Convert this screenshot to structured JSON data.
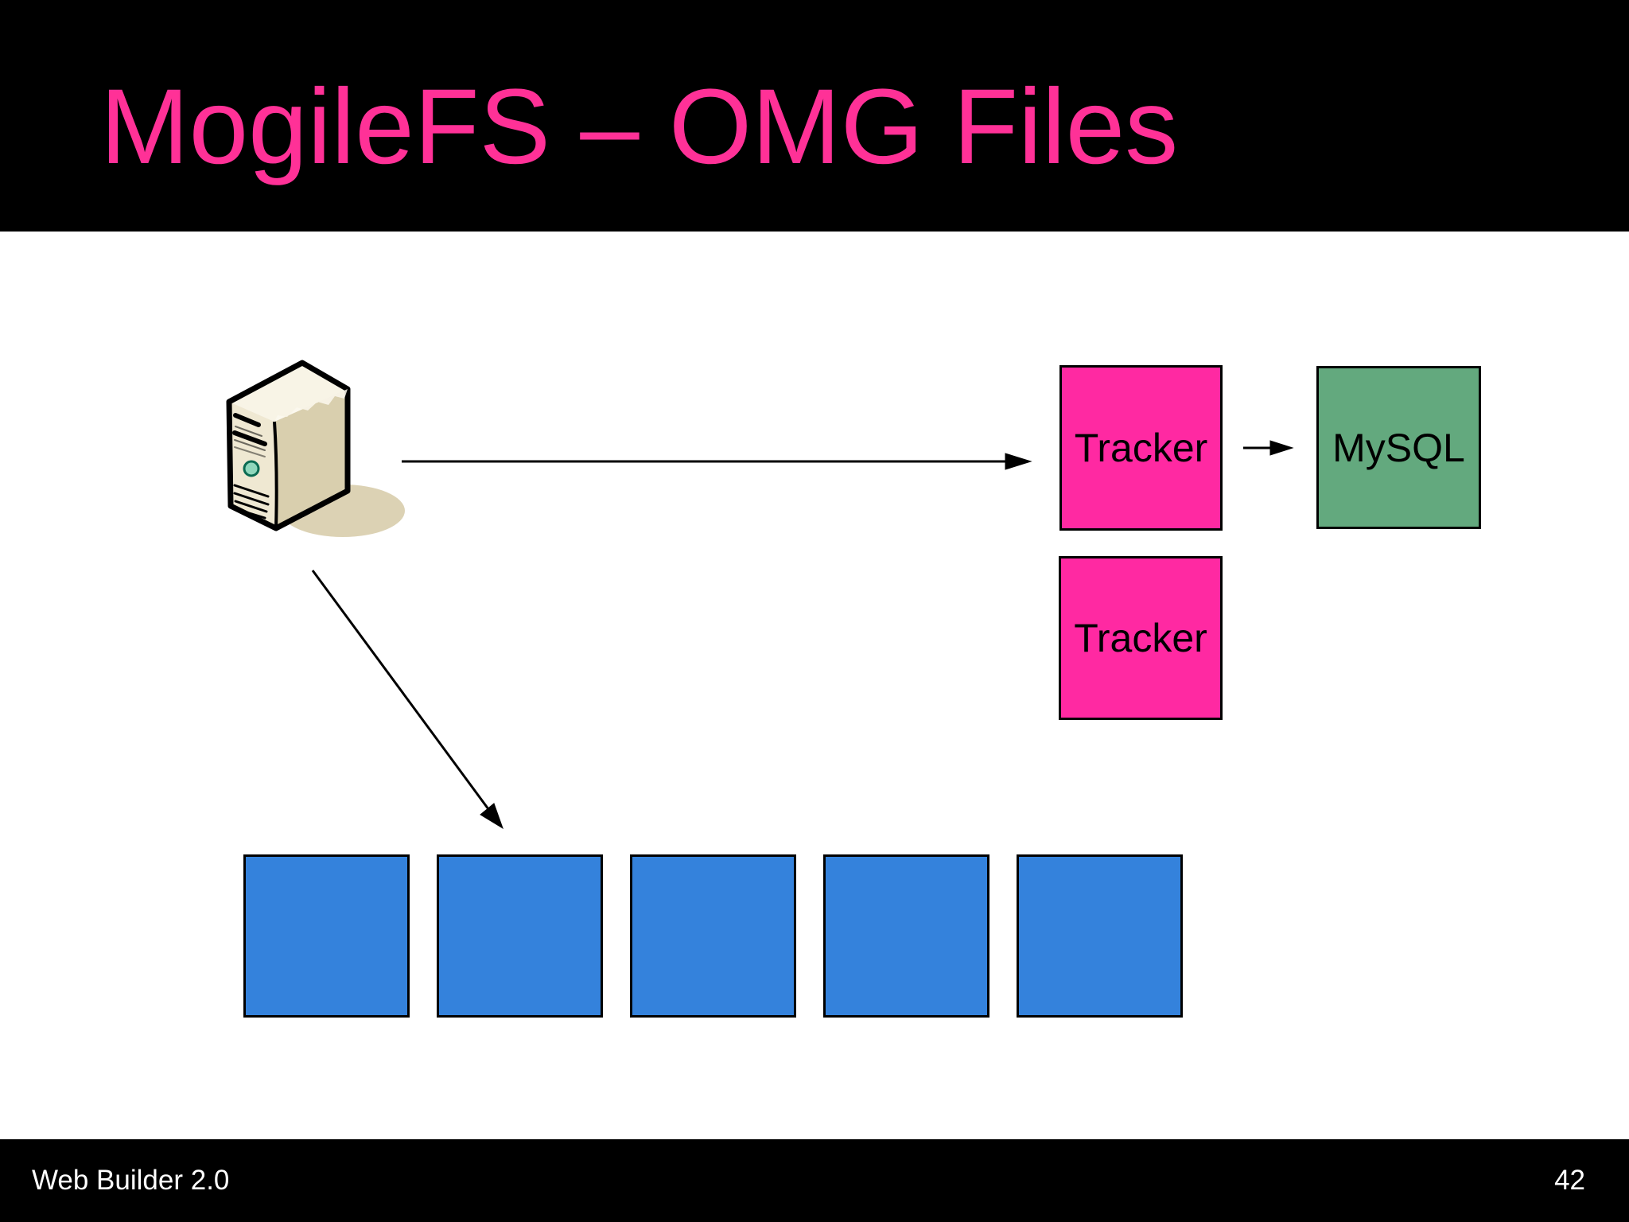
{
  "slide": {
    "title": "MogileFS – OMG Files",
    "footer_left": "Web Builder 2.0",
    "page_number": "42"
  },
  "diagram": {
    "client_icon": "server-tower-icon",
    "trackers": [
      "Tracker",
      "Tracker"
    ],
    "mysql_label": "MySQL",
    "storage_node_count": 5,
    "arrows": [
      {
        "name": "arrow-client-to-tracker1",
        "from": "server-tower",
        "to": "tracker-1"
      },
      {
        "name": "arrow-tracker1-to-mysql",
        "from": "tracker-1",
        "to": "mysql"
      },
      {
        "name": "arrow-client-to-storage",
        "from": "server-tower",
        "to": "storage-nodes"
      }
    ]
  },
  "colors": {
    "band_black": "#000000",
    "title_pink": "#FF3197",
    "tracker_pink": "#FF29A2",
    "mysql_green": "#63A97E",
    "storage_blue": "#3482DC",
    "footer_text": "#FFFFFF"
  }
}
